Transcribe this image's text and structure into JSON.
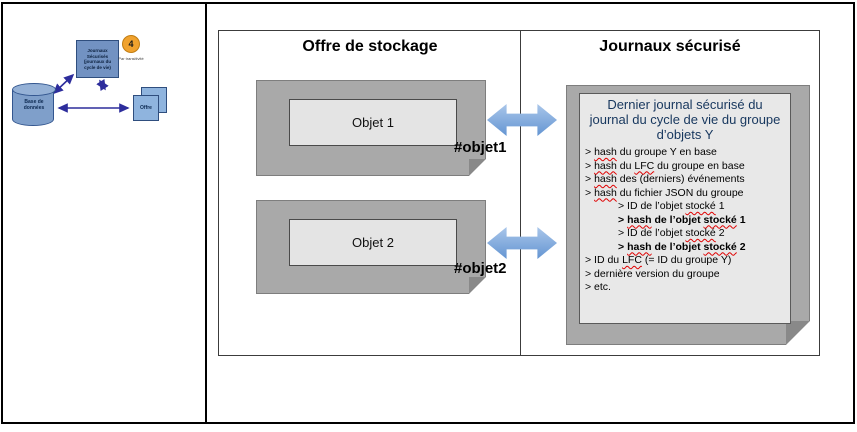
{
  "sidebar": {
    "db_label": "Base de données",
    "journal_box_label": "Journaux Sécurisés (journaux du cycle de vie)",
    "badge": "4",
    "badge_caption": "Par transitivité",
    "offre_label": "Offre"
  },
  "main": {
    "left_title": "Offre de stockage",
    "right_title": "Journaux sécurisé",
    "objects": [
      {
        "label": "Objet 1",
        "tag": "#objet1"
      },
      {
        "label": "Objet 2",
        "tag": "#objet2"
      }
    ],
    "journal": {
      "title": "Dernier journal sécurisé du journal du cycle de vie du groupe d’objets Y",
      "lines": [
        {
          "indent": 0,
          "bold": false,
          "segments": [
            {
              "text": "> "
            },
            {
              "text": "hash",
              "wavy": true
            },
            {
              "text": " du groupe Y en base"
            }
          ]
        },
        {
          "indent": 0,
          "bold": false,
          "segments": [
            {
              "text": "> "
            },
            {
              "text": "hash",
              "wavy": true
            },
            {
              "text": " du "
            },
            {
              "text": "LFC",
              "wavy": true
            },
            {
              "text": " du groupe en base"
            }
          ]
        },
        {
          "indent": 0,
          "bold": false,
          "segments": [
            {
              "text": "> "
            },
            {
              "text": "hash",
              "wavy": true
            },
            {
              "text": " des (derniers) événements"
            }
          ]
        },
        {
          "indent": 0,
          "bold": false,
          "segments": [
            {
              "text": "> "
            },
            {
              "text": "hash",
              "wavy": true
            },
            {
              "text": " du fichier JSON du groupe"
            }
          ]
        },
        {
          "indent": 1,
          "bold": false,
          "segments": [
            {
              "text": "> ID de l’objet "
            },
            {
              "text": "stocké",
              "wavy": true
            },
            {
              "text": " 1"
            }
          ]
        },
        {
          "indent": 1,
          "bold": true,
          "segments": [
            {
              "text": "> "
            },
            {
              "text": "hash",
              "wavy": true
            },
            {
              "text": " de l’objet "
            },
            {
              "text": "stocké",
              "wavy": true
            },
            {
              "text": " 1"
            }
          ]
        },
        {
          "indent": 1,
          "bold": false,
          "segments": [
            {
              "text": "> ID de l’objet "
            },
            {
              "text": "stocké",
              "wavy": true
            },
            {
              "text": " 2"
            }
          ]
        },
        {
          "indent": 1,
          "bold": true,
          "segments": [
            {
              "text": "> "
            },
            {
              "text": "hash",
              "wavy": true
            },
            {
              "text": " de l’objet "
            },
            {
              "text": "stocké",
              "wavy": true
            },
            {
              "text": " 2"
            }
          ]
        },
        {
          "indent": 0,
          "bold": false,
          "segments": [
            {
              "text": "> ID du "
            },
            {
              "text": "LFC",
              "wavy": true
            },
            {
              "text": " (= ID du groupe Y)"
            }
          ]
        },
        {
          "indent": 0,
          "bold": false,
          "segments": [
            {
              "text": "> dernière version du groupe"
            }
          ]
        },
        {
          "indent": 0,
          "bold": false,
          "segments": [
            {
              "text": "> etc."
            }
          ]
        }
      ]
    }
  },
  "colors": {
    "arrow_blue": "#6d9bd6",
    "box_gray": "#a9a9a9",
    "badge_orange": "#f0a22e",
    "navy_text": "#17375e"
  }
}
